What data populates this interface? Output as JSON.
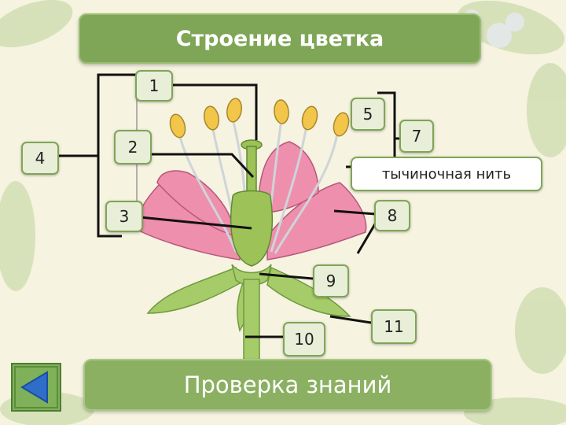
{
  "title": "Строение цветка",
  "labels": {
    "n1": "1",
    "n2": "2",
    "n3": "3",
    "n4": "4",
    "n5": "5",
    "n7": "7",
    "n8": "8",
    "n9": "9",
    "n10": "10",
    "n11": "11",
    "stamen_filament": "тычиночная нить"
  },
  "bottom_button": "Проверка знаний",
  "colors": {
    "accent": "#7fa556",
    "petal": "#ee8fae",
    "pistil": "#9cc258",
    "anther": "#f0c640"
  },
  "icons": {
    "back": "triangle-left-icon"
  }
}
